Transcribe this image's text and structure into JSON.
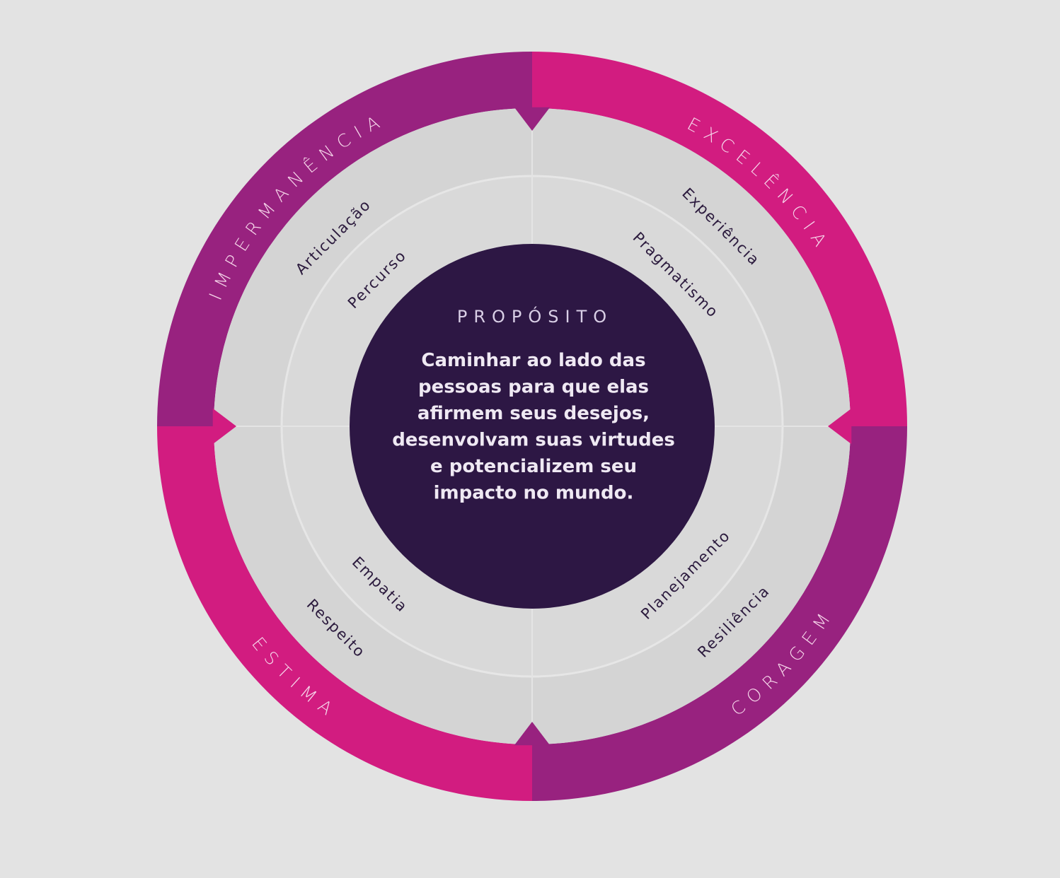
{
  "colors": {
    "purple": "#98227f",
    "magenta": "#d21c80",
    "center": "#2d1744",
    "disc": "#d5d5d5"
  },
  "ring": {
    "top_left": "IMPERMANÊNCIA",
    "top_right": "EXCELÊNCIA",
    "bottom_right": "CORAGEM",
    "bottom_left": "ESTIMA"
  },
  "values": {
    "articulacao": "Articulação",
    "percurso": "Percurso",
    "experiencia": "Experiência",
    "pragmatismo": "Pragmatismo",
    "empatia": "Empatia",
    "respeito": "Respeito",
    "planejamento": "Planejamento",
    "resiliencia": "Resiliência"
  },
  "center": {
    "title": "PROPÓSITO",
    "lines": [
      "Caminhar ao lado das",
      "pessoas para que elas",
      "afirmem seus desejos,",
      "desenvolvam suas virtudes",
      "e potencializem seu",
      "impacto no mundo."
    ]
  }
}
